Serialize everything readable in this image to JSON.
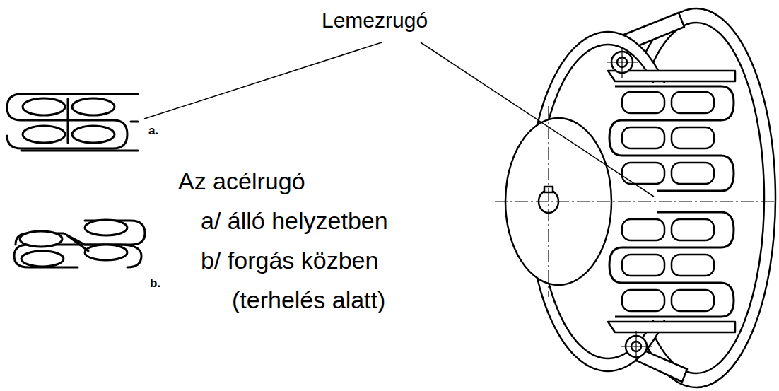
{
  "diagram": {
    "labels": [
      "Lemezrugó",
      "a.",
      "b.",
      "Az acélrugó",
      "a/ álló helyzetben",
      "b/ forgás közben",
      "(terhelés alatt)"
    ]
  }
}
